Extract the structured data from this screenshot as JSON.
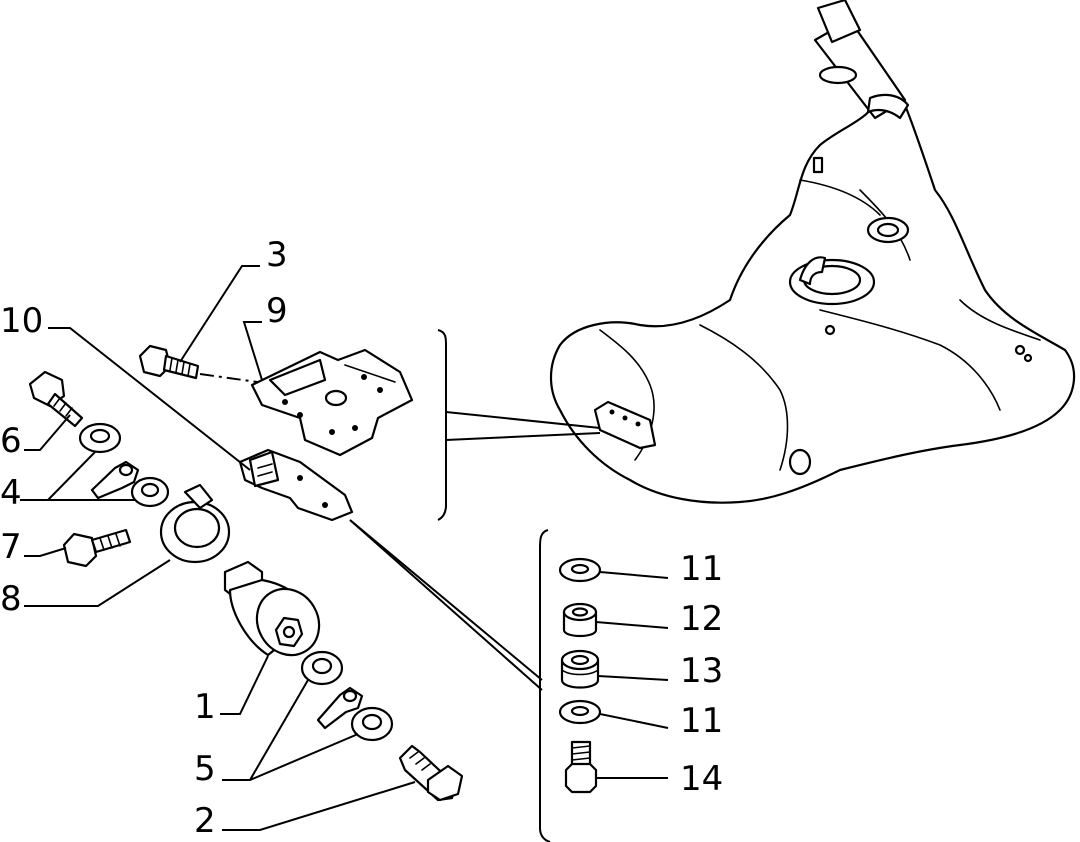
{
  "callouts": {
    "c1": "1",
    "c2": "2",
    "c3": "3",
    "c4": "4",
    "c5": "5",
    "c6": "6",
    "c7": "7",
    "c8": "8",
    "c9": "9",
    "c10": "10",
    "c11a": "11",
    "c11b": "11",
    "c12": "12",
    "c13": "13",
    "c14": "14"
  }
}
